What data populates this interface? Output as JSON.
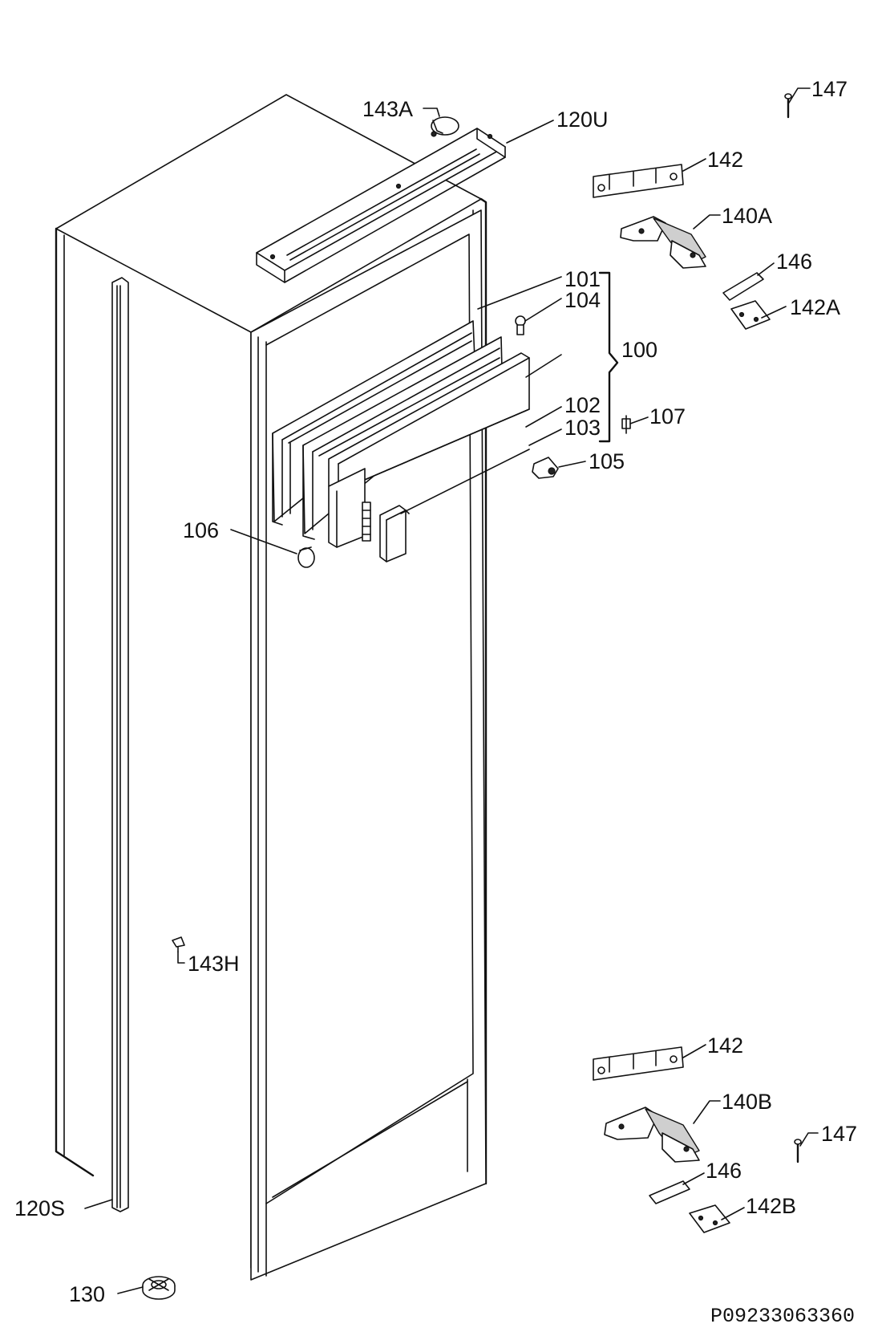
{
  "labels": {
    "l147_top": "147",
    "l143A": "143A",
    "l120U": "120U",
    "l142_top": "142",
    "l140A": "140A",
    "l146_top": "146",
    "l142A": "142A",
    "l101": "101",
    "l104": "104",
    "l100": "100",
    "l107": "107",
    "l102": "102",
    "l103": "103",
    "l105": "105",
    "l106": "106",
    "l143H": "143H",
    "l142_bot": "142",
    "l140B": "140B",
    "l147_bot": "147",
    "l146_bot": "146",
    "l142B": "142B",
    "l120S": "120S",
    "l130": "130"
  },
  "drawing_code": "P09233063360"
}
